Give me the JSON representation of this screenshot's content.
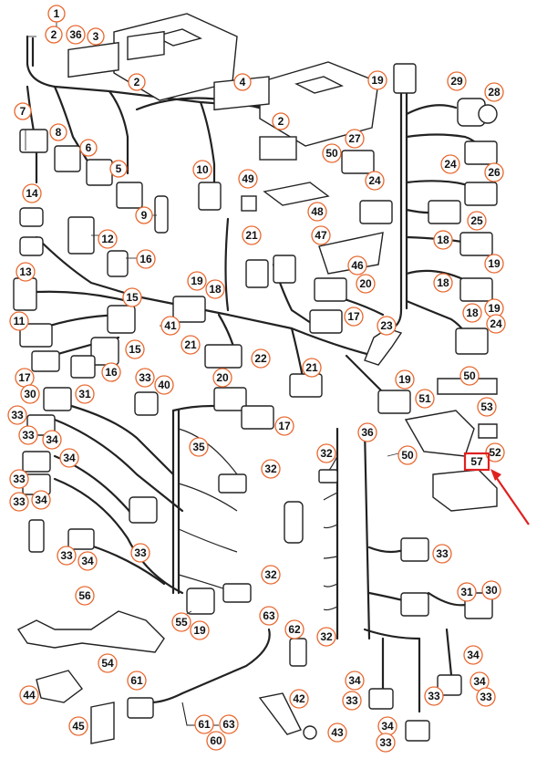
{
  "diagram": {
    "callouts": [
      {
        "id": "c1",
        "text": "1"
      },
      {
        "id": "c2a",
        "text": "2"
      },
      {
        "id": "c36",
        "text": "36"
      },
      {
        "id": "c3",
        "text": "3"
      },
      {
        "id": "c2b",
        "text": "2"
      },
      {
        "id": "c4",
        "text": "4"
      },
      {
        "id": "c2c",
        "text": "2"
      },
      {
        "id": "c7",
        "text": "7"
      },
      {
        "id": "c8",
        "text": "8"
      },
      {
        "id": "c6",
        "text": "6"
      },
      {
        "id": "c5",
        "text": "5"
      },
      {
        "id": "c10",
        "text": "10"
      },
      {
        "id": "c49",
        "text": "49"
      },
      {
        "id": "c50a",
        "text": "50"
      },
      {
        "id": "c27",
        "text": "27"
      },
      {
        "id": "c19a",
        "text": "19"
      },
      {
        "id": "c29",
        "text": "29"
      },
      {
        "id": "c28",
        "text": "28"
      },
      {
        "id": "c24a",
        "text": "24"
      },
      {
        "id": "c26",
        "text": "26"
      },
      {
        "id": "c24b",
        "text": "24"
      },
      {
        "id": "c14",
        "text": "14"
      },
      {
        "id": "c9",
        "text": "9"
      },
      {
        "id": "c48",
        "text": "48"
      },
      {
        "id": "c25",
        "text": "25"
      },
      {
        "id": "c47",
        "text": "47"
      },
      {
        "id": "c21a",
        "text": "21"
      },
      {
        "id": "c12",
        "text": "12"
      },
      {
        "id": "c16a",
        "text": "16"
      },
      {
        "id": "c18a",
        "text": "18"
      },
      {
        "id": "c46",
        "text": "46"
      },
      {
        "id": "c19b",
        "text": "19"
      },
      {
        "id": "c13",
        "text": "13"
      },
      {
        "id": "c20a",
        "text": "20"
      },
      {
        "id": "c18b",
        "text": "18"
      },
      {
        "id": "c19c",
        "text": "19"
      },
      {
        "id": "c19d",
        "text": "19"
      },
      {
        "id": "c18c",
        "text": "18"
      },
      {
        "id": "c15a",
        "text": "15"
      },
      {
        "id": "c17a",
        "text": "17"
      },
      {
        "id": "c11",
        "text": "11"
      },
      {
        "id": "c41",
        "text": "41"
      },
      {
        "id": "c23",
        "text": "23"
      },
      {
        "id": "c18d",
        "text": "18"
      },
      {
        "id": "c24c",
        "text": "24"
      },
      {
        "id": "c15b",
        "text": "15"
      },
      {
        "id": "c21b",
        "text": "21"
      },
      {
        "id": "c22",
        "text": "22"
      },
      {
        "id": "c16b",
        "text": "16"
      },
      {
        "id": "c50b",
        "text": "50"
      },
      {
        "id": "c17b",
        "text": "17"
      },
      {
        "id": "c33a",
        "text": "33"
      },
      {
        "id": "c40",
        "text": "40"
      },
      {
        "id": "c20b",
        "text": "20"
      },
      {
        "id": "c21c",
        "text": "21"
      },
      {
        "id": "c19e",
        "text": "19"
      },
      {
        "id": "c53",
        "text": "53"
      },
      {
        "id": "c30a",
        "text": "30"
      },
      {
        "id": "c31a",
        "text": "31"
      },
      {
        "id": "c51",
        "text": "51"
      },
      {
        "id": "c17c",
        "text": "17"
      },
      {
        "id": "c33b",
        "text": "33"
      },
      {
        "id": "c33c",
        "text": "33"
      },
      {
        "id": "c34a",
        "text": "34"
      },
      {
        "id": "c36b",
        "text": "36"
      },
      {
        "id": "c35",
        "text": "35"
      },
      {
        "id": "c32a",
        "text": "32"
      },
      {
        "id": "c50c",
        "text": "50"
      },
      {
        "id": "c52",
        "text": "52"
      },
      {
        "id": "c34b",
        "text": "34"
      },
      {
        "id": "c32b",
        "text": "32"
      },
      {
        "id": "c33d",
        "text": "33"
      },
      {
        "id": "c34c",
        "text": "34"
      },
      {
        "id": "c33e",
        "text": "33"
      },
      {
        "id": "c33f",
        "text": "33"
      },
      {
        "id": "c34d",
        "text": "34"
      },
      {
        "id": "c33g",
        "text": "33"
      },
      {
        "id": "c32c",
        "text": "32"
      },
      {
        "id": "c31b",
        "text": "31"
      },
      {
        "id": "c30b",
        "text": "30"
      },
      {
        "id": "c56",
        "text": "56"
      },
      {
        "id": "c55",
        "text": "55"
      },
      {
        "id": "c19f",
        "text": "19"
      },
      {
        "id": "c63a",
        "text": "63"
      },
      {
        "id": "c62",
        "text": "62"
      },
      {
        "id": "c32d",
        "text": "32"
      },
      {
        "id": "c33h",
        "text": "33"
      },
      {
        "id": "c34e",
        "text": "34"
      },
      {
        "id": "c54",
        "text": "54"
      },
      {
        "id": "c34f",
        "text": "34"
      },
      {
        "id": "c33i",
        "text": "33"
      },
      {
        "id": "c33j",
        "text": "33"
      },
      {
        "id": "c34g",
        "text": "34"
      },
      {
        "id": "c33k",
        "text": "33"
      },
      {
        "id": "c44",
        "text": "44"
      },
      {
        "id": "c61a",
        "text": "61"
      },
      {
        "id": "c42",
        "text": "42"
      },
      {
        "id": "c45",
        "text": "45"
      },
      {
        "id": "c61b",
        "text": "61"
      },
      {
        "id": "c63b",
        "text": "63"
      },
      {
        "id": "c60",
        "text": "60"
      },
      {
        "id": "c43",
        "text": "43"
      },
      {
        "id": "c34h",
        "text": "34"
      },
      {
        "id": "c33l",
        "text": "33"
      }
    ],
    "highlight": {
      "label": "57",
      "accent": "#e02020"
    },
    "callout_color": "#e8672e"
  }
}
